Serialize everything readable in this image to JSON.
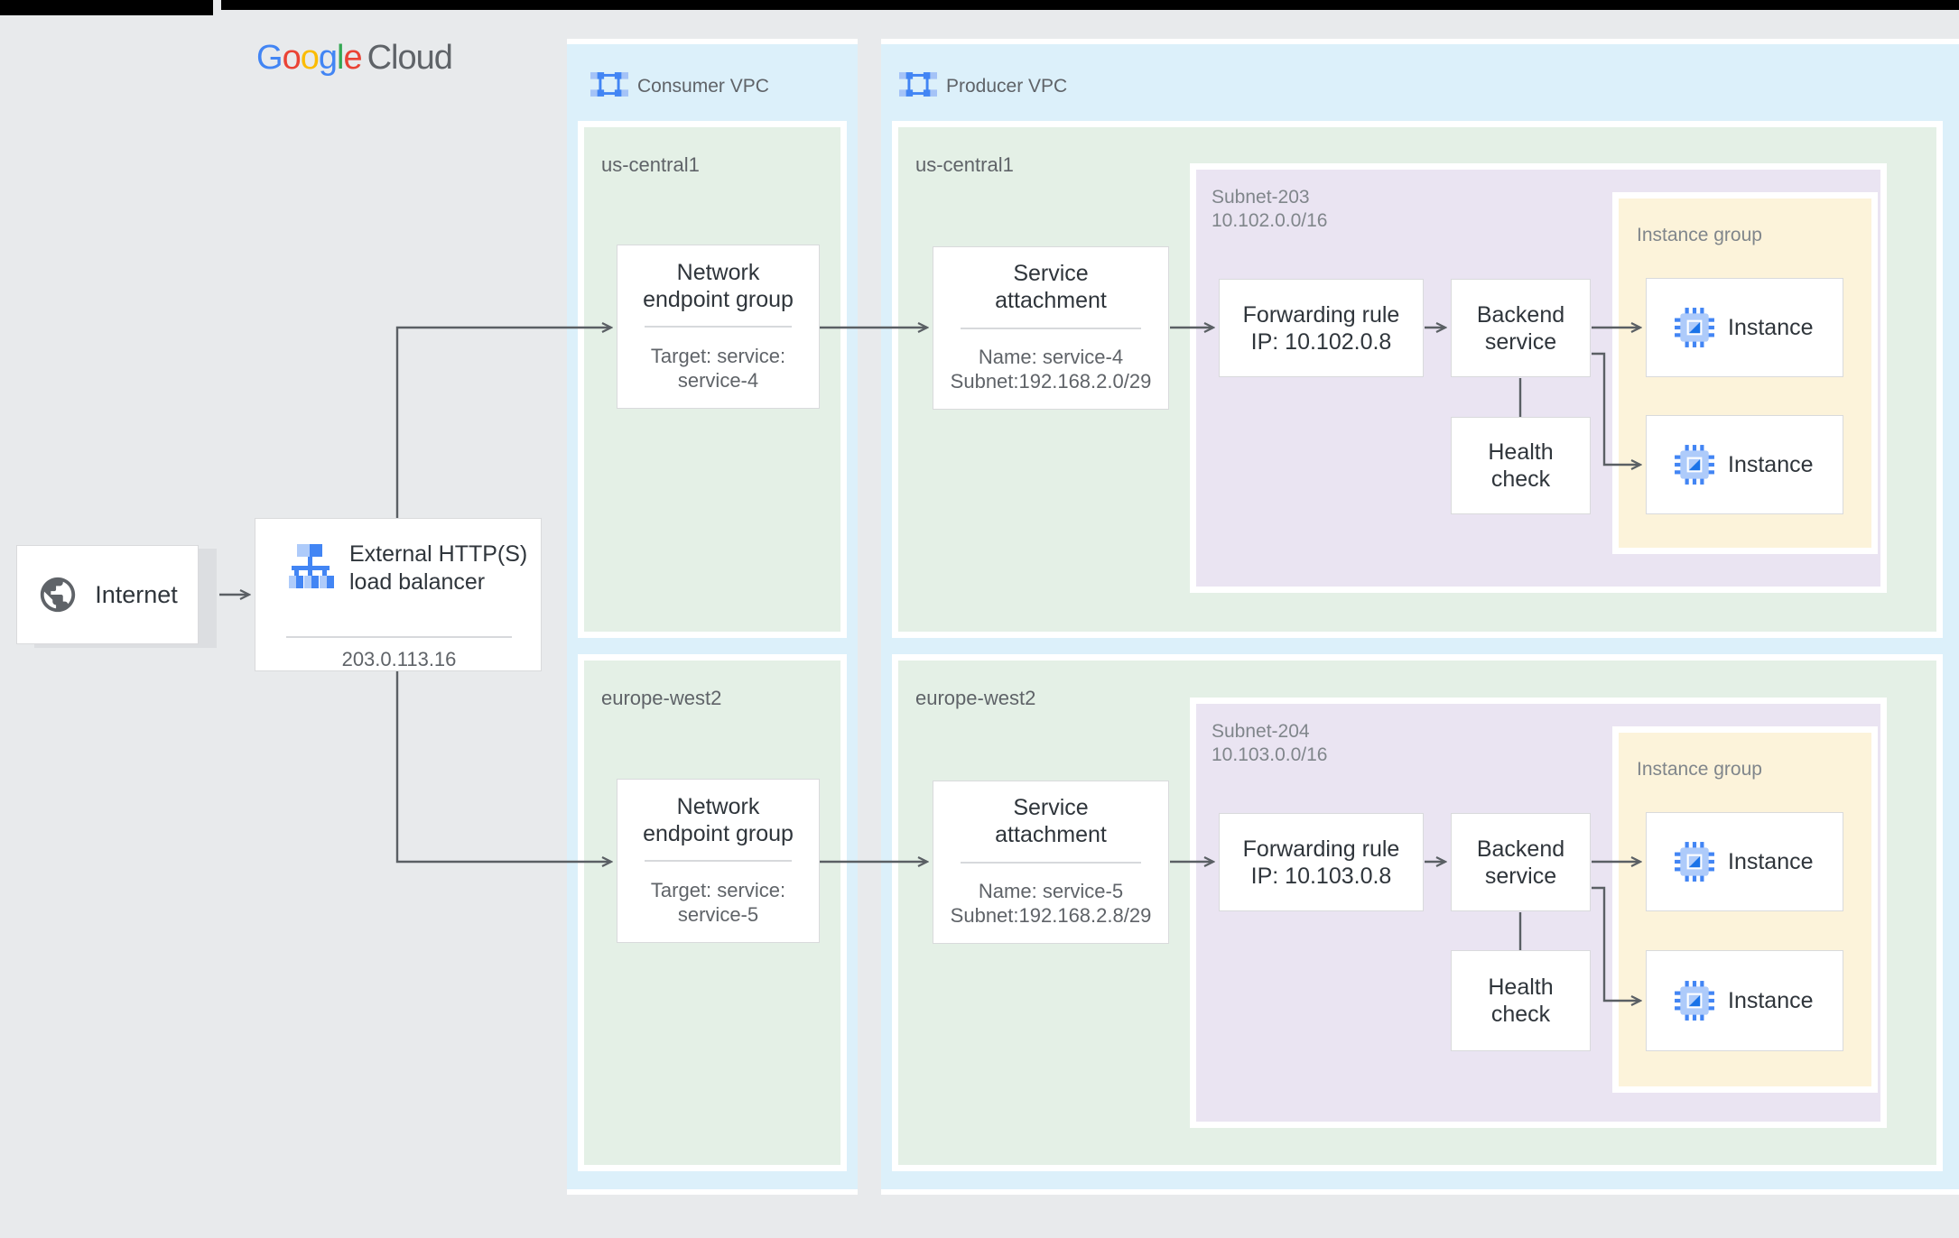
{
  "palette": {
    "canvas_bg": "#e8eaec",
    "vpc_bg": "#dcf0fa",
    "region_bg": "#e4f0e6",
    "subnet_bg": "#eae4f2",
    "instance_group_bg": "#fcf3da",
    "arrow": "#5a5f64",
    "google_blue": "#4285f4",
    "google_red": "#ea4335",
    "google_yellow": "#fbbc05",
    "google_green": "#34a853",
    "text_primary": "#2f353b",
    "text_secondary": "#5f6368",
    "text_faint": "#80868b"
  },
  "logo": {
    "letters": [
      {
        "ch": "G"
      },
      {
        "ch": "o"
      },
      {
        "ch": "o"
      },
      {
        "ch": "g"
      },
      {
        "ch": "l"
      },
      {
        "ch": "e"
      }
    ],
    "suffix": "Cloud"
  },
  "internet": {
    "label": "Internet"
  },
  "load_balancer": {
    "title_line1": "External HTTP(S)",
    "title_line2": "load balancer",
    "ip": "203.0.113.16"
  },
  "consumer_vpc": {
    "label": "Consumer VPC",
    "regions": [
      {
        "name": "us-central1",
        "neg": {
          "title_line1": "Network",
          "title_line2": "endpoint group",
          "sub_line1": "Target: service:",
          "sub_line2": "service-4"
        }
      },
      {
        "name": "europe-west2",
        "neg": {
          "title_line1": "Network",
          "title_line2": "endpoint group",
          "sub_line1": "Target: service:",
          "sub_line2": "service-5"
        }
      }
    ]
  },
  "producer_vpc": {
    "label": "Producer VPC",
    "regions": [
      {
        "name": "us-central1",
        "service_attachment": {
          "title_line1": "Service",
          "title_line2": "attachment",
          "sub_line1": "Name: service-4",
          "sub_line2": "Subnet:192.168.2.0/29"
        },
        "subnet": {
          "name": "Subnet-203",
          "cidr": "10.102.0.0/16",
          "forwarding_rule": {
            "line1": "Forwarding rule",
            "line2": "IP: 10.102.0.8"
          },
          "backend_service": {
            "line1": "Backend",
            "line2": "service"
          },
          "health_check": {
            "line1": "Health",
            "line2": "check"
          }
        },
        "instance_group": {
          "label": "Instance group",
          "instances": [
            {
              "label": "Instance"
            },
            {
              "label": "Instance"
            }
          ]
        }
      },
      {
        "name": "europe-west2",
        "service_attachment": {
          "title_line1": "Service",
          "title_line2": "attachment",
          "sub_line1": "Name: service-5",
          "sub_line2": "Subnet:192.168.2.8/29"
        },
        "subnet": {
          "name": "Subnet-204",
          "cidr": "10.103.0.0/16",
          "forwarding_rule": {
            "line1": "Forwarding rule",
            "line2": "IP: 10.103.0.8"
          },
          "backend_service": {
            "line1": "Backend",
            "line2": "service"
          },
          "health_check": {
            "line1": "Health",
            "line2": "check"
          }
        },
        "instance_group": {
          "label": "Instance group",
          "instances": [
            {
              "label": "Instance"
            },
            {
              "label": "Instance"
            }
          ]
        }
      }
    ]
  }
}
